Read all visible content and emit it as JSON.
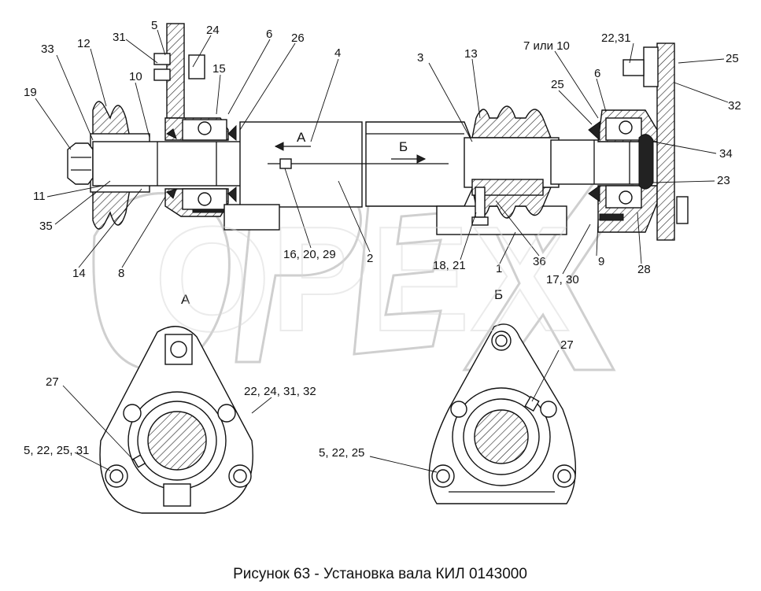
{
  "caption": "Рисунок 63 - Установка вала КИЛ 0143000",
  "view_labels": {
    "a": "А",
    "b": "Б"
  },
  "arrow_labels": {
    "a": "А",
    "b": "Б"
  },
  "watermark": "OPEX",
  "callouts": {
    "c33": "33",
    "c12": "12",
    "c31": "31",
    "c5": "5",
    "c24": "24",
    "c6a": "6",
    "c26": "26",
    "c4": "4",
    "c3": "3",
    "c13": "13",
    "c7or10": "7 или 10",
    "c22_31": "22,31",
    "c25a": "25",
    "c19": "19",
    "c10": "10",
    "c15": "15",
    "c25b": "25",
    "c6b": "6",
    "c32": "32",
    "c34": "34",
    "c23": "23",
    "c11": "11",
    "c35": "35",
    "c14": "14",
    "c8": "8",
    "c16_20_29": "16, 20, 29",
    "c2": "2",
    "c18_21": "18, 21",
    "c1": "1",
    "c36": "36",
    "c9": "9",
    "c17_30": "17, 30",
    "c28": "28",
    "c27a": "27",
    "c22_24_31_32": "22, 24, 31, 32",
    "c5_22_25_31": "5, 22, 25, 31",
    "c27b": "27",
    "c5_22_25": "5, 22, 25"
  }
}
